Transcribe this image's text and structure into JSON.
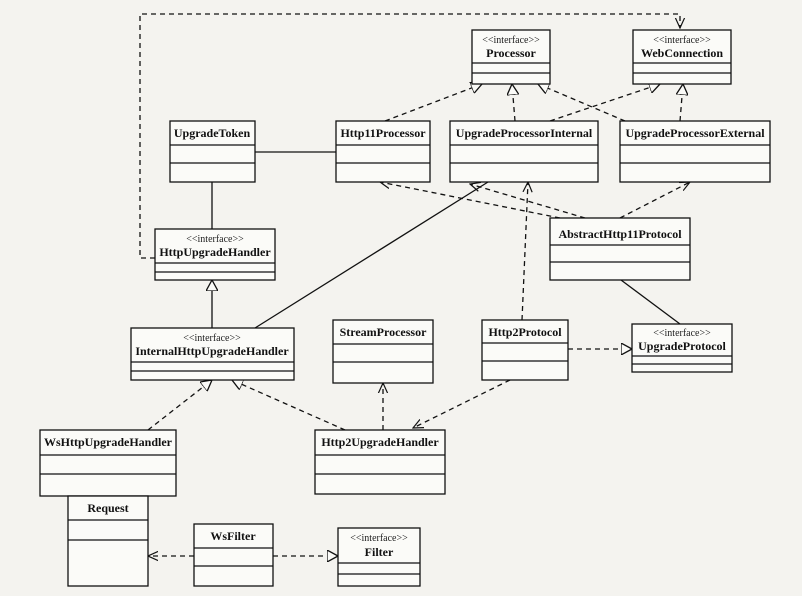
{
  "stereotype_label": "<<interface>>",
  "classes": {
    "processor": "Processor",
    "web_connection": "WebConnection",
    "upgrade_token": "UpgradeToken",
    "http11_processor": "Http11Processor",
    "upgrade_processor_internal": "UpgradeProcessorInternal",
    "upgrade_processor_external": "UpgradeProcessorExternal",
    "abstract_http11_protocol": "AbstractHttp11Protocol",
    "http_upgrade_handler": "HttpUpgradeHandler",
    "internal_http_upgrade_handler": "InternalHttpUpgradeHandler",
    "stream_processor": "StreamProcessor",
    "http2_protocol": "Http2Protocol",
    "upgrade_protocol": "UpgradeProtocol",
    "ws_http_upgrade_handler": "WsHttpUpgradeHandler",
    "http2_upgrade_handler": "Http2UpgradeHandler",
    "request": "Request",
    "ws_filter": "WsFilter",
    "filter": "Filter"
  }
}
